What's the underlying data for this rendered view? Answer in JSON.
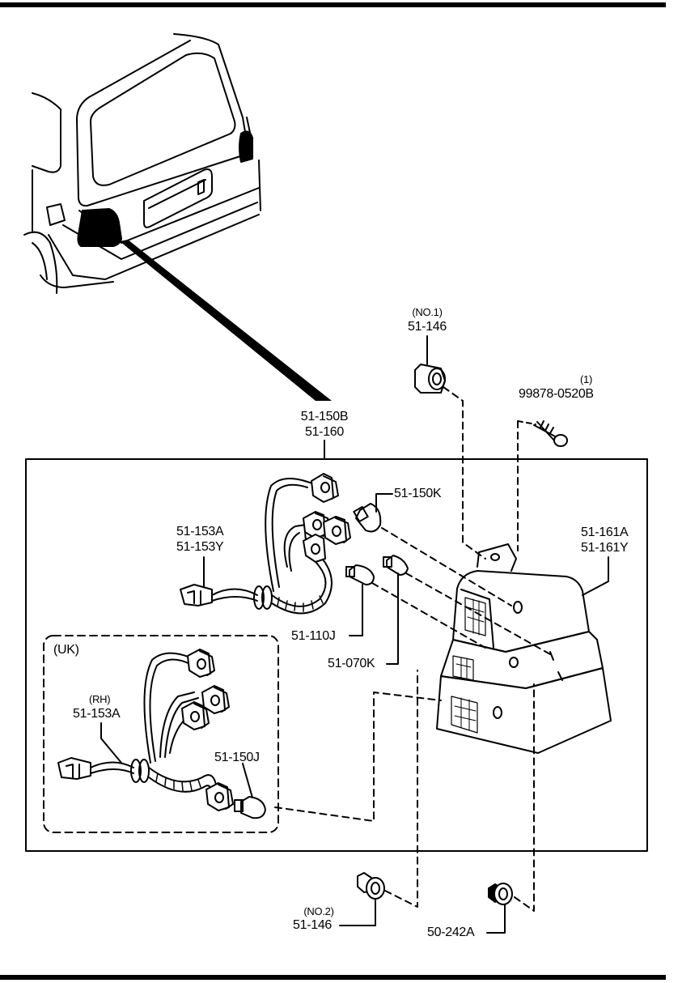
{
  "callouts": {
    "main_assembly": [
      "51-150B",
      "51-160"
    ],
    "clip_no1": {
      "note": "(NO.1)",
      "part": "51-146"
    },
    "screw": {
      "qty": "(1)",
      "part": "99878-0520B"
    },
    "bulb_upper": "51-150K",
    "socket_harness": [
      "51-153A",
      "51-153Y"
    ],
    "lens": [
      "51-161A",
      "51-161Y"
    ],
    "bulb_110": "51-110J",
    "bulb_070": "51-070K",
    "uk_box": {
      "title": "(UK)",
      "side": "(RH)",
      "part": "51-153A",
      "bulb": "51-150J"
    },
    "clip_no2": {
      "note": "(NO.2)",
      "part": "51-146"
    },
    "nut": "50-242A"
  }
}
